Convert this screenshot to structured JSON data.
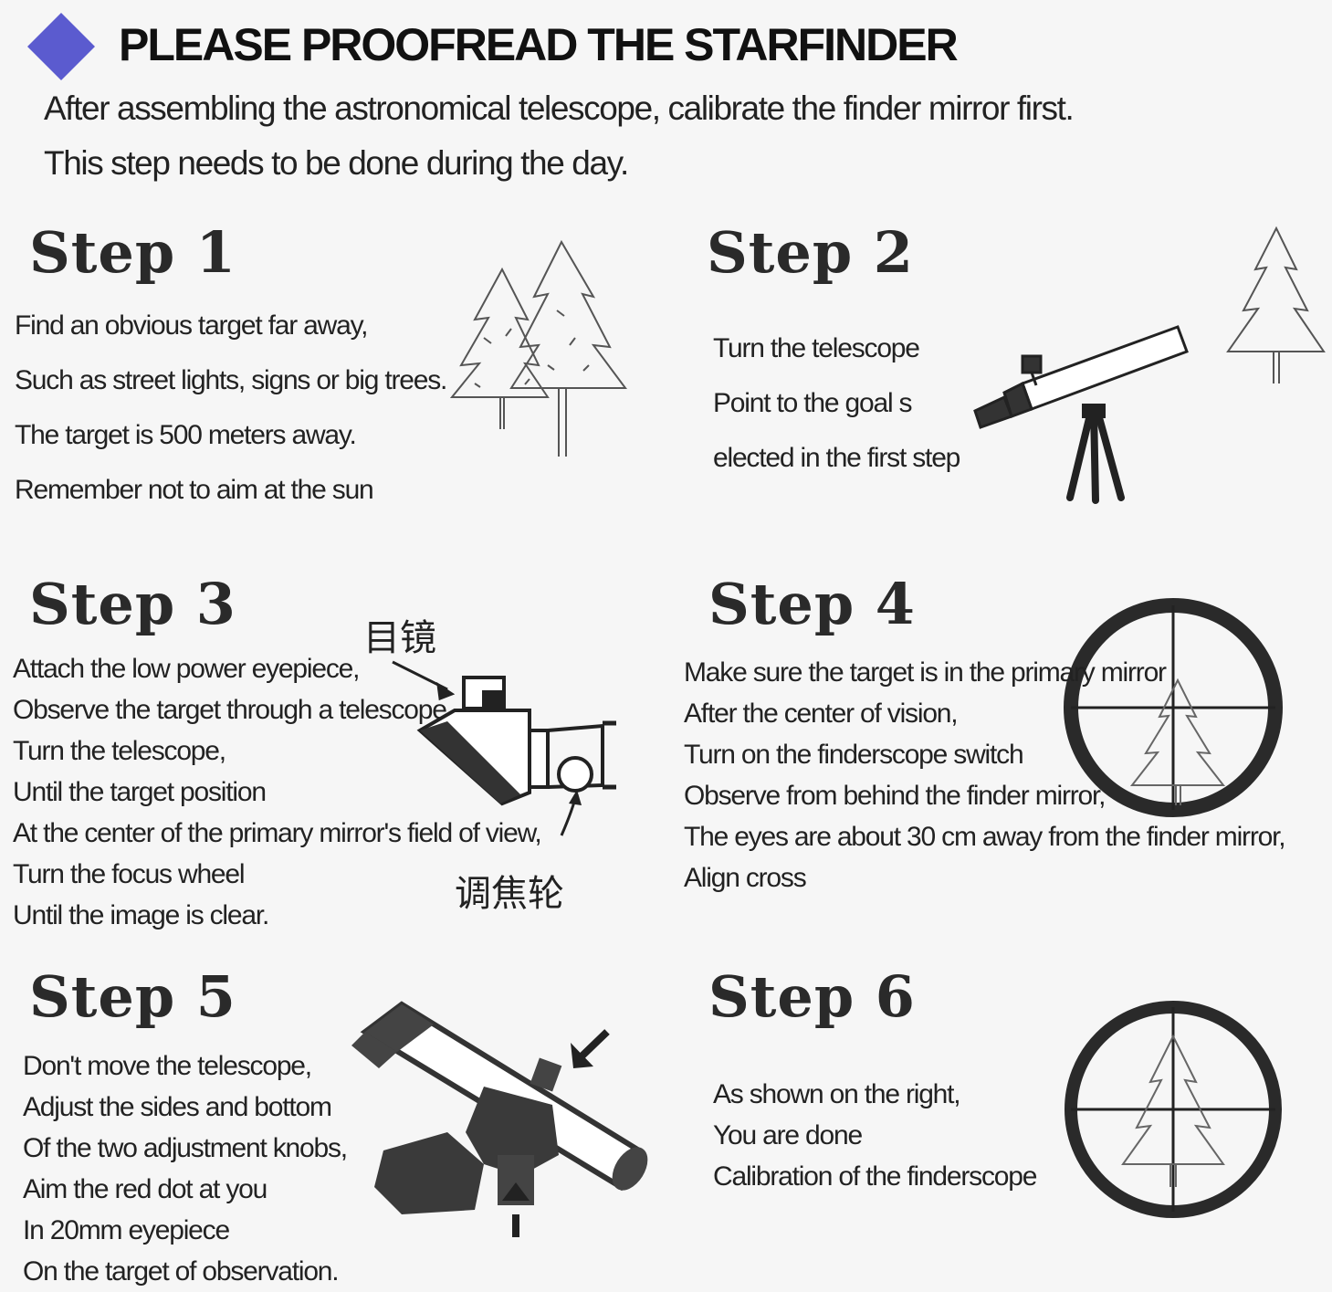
{
  "header": {
    "title": "PLEASE PROOFREAD THE STARFINDER",
    "intro_lines": [
      "After assembling the astronomical telescope, calibrate the finder mirror first.",
      "This step needs to be done during the day."
    ],
    "diamond_color": "#5b5bcf"
  },
  "steps": [
    {
      "heading": "Step 1",
      "lines": [
        "Find an obvious target far away,",
        "Such as street lights, signs or big trees.",
        "The target is 500 meters away.",
        "Remember not to aim at the sun"
      ],
      "icon": "pine-trees-icon"
    },
    {
      "heading": "Step 2",
      "lines": [
        "Turn the telescope",
        "Point to the goal s",
        "elected in the first step"
      ],
      "icon": "telescope-on-tripod-icon"
    },
    {
      "heading": "Step 3",
      "lines": [
        "Attach the low power eyepiece,",
        "Observe the target through a telescope",
        "Turn the telescope,",
        "Until the target position",
        "At the center of the primary mirror's field of view,",
        "Turn the focus wheel",
        "Until the image is clear."
      ],
      "labels": {
        "eyepiece": "目镜",
        "focus_wheel": "调焦轮"
      },
      "icon": "eyepiece-diagram-icon"
    },
    {
      "heading": "Step 4",
      "lines": [
        "Make sure the target is in the primary mirror",
        "After the center of vision,",
        "Turn on the finderscope switch",
        "Observe from behind the finder mirror,",
        "The eyes are about 30 cm away from the finder mirror,",
        "Align cross"
      ],
      "icon": "crosshair-offset-icon"
    },
    {
      "heading": "Step 5",
      "lines": [
        "Don't move the telescope,",
        "Adjust the sides and bottom",
        "Of the two adjustment knobs,",
        "Aim the red dot at you",
        "In 20mm eyepiece",
        "On the target of observation."
      ],
      "icon": "finderscope-knobs-icon"
    },
    {
      "heading": "Step 6",
      "lines": [
        "As shown on the right,",
        "You are done",
        "Calibration of the finderscope"
      ],
      "icon": "crosshair-centered-icon"
    }
  ]
}
